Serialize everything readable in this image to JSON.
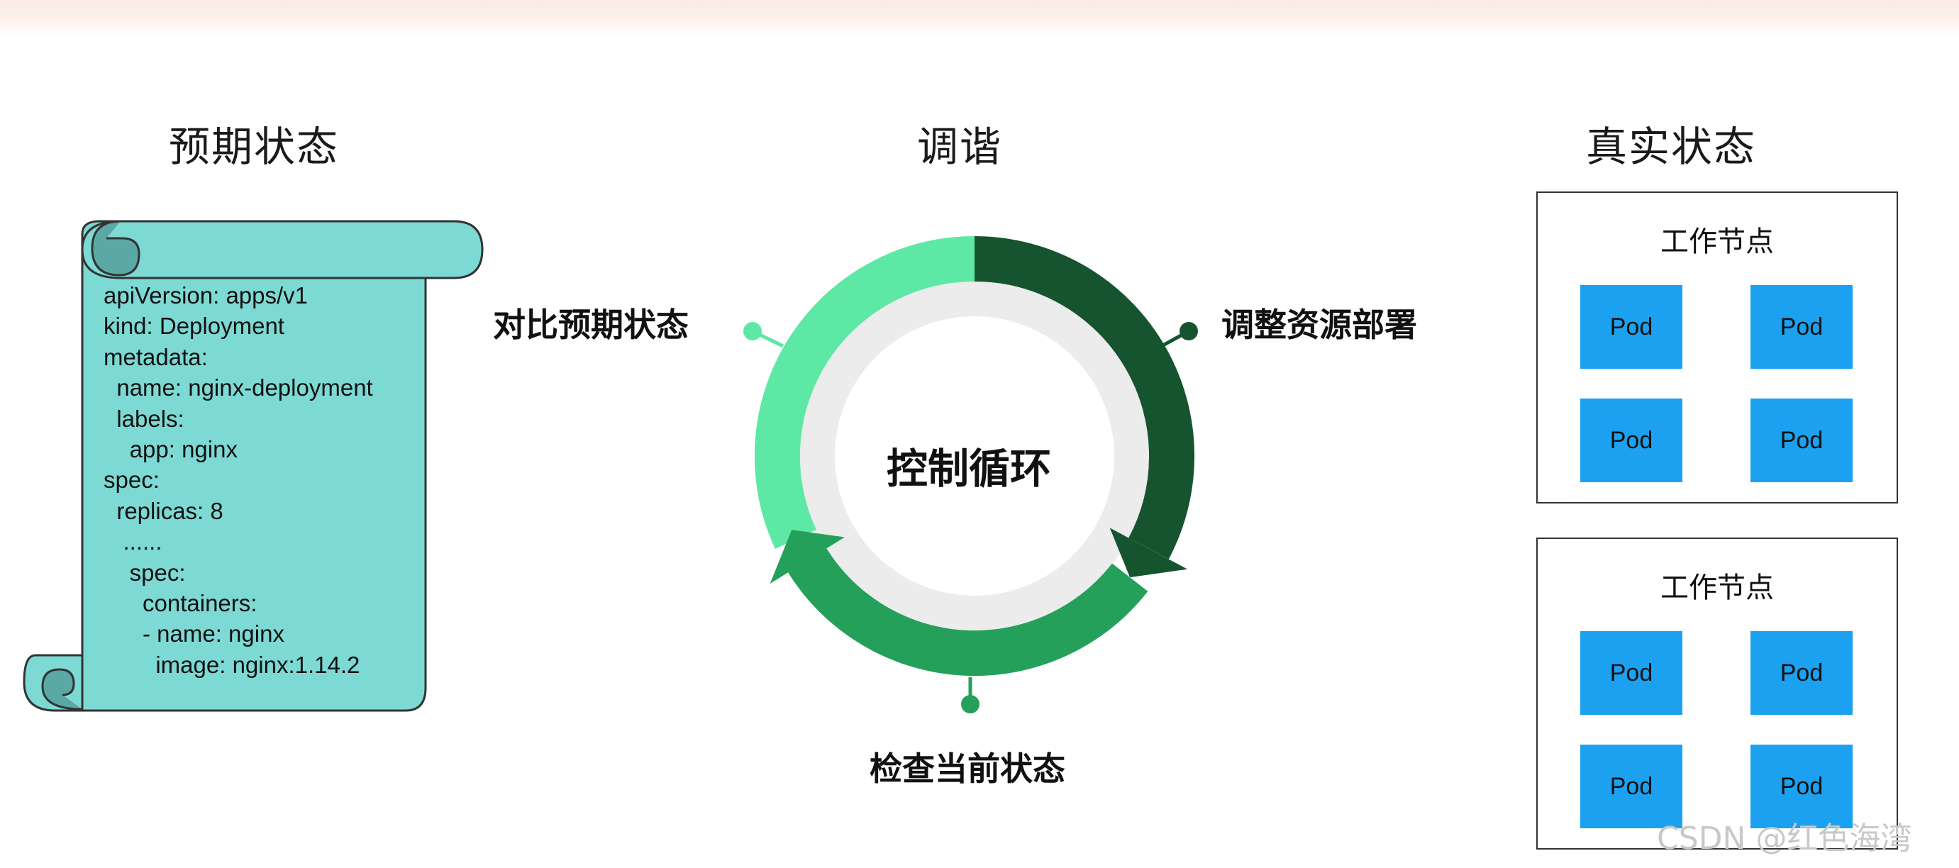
{
  "headings": {
    "desired_state": "预期状态",
    "reconcile": "调谐",
    "actual_state": "真实状态"
  },
  "yaml_lines": [
    "apiVersion: apps/v1",
    "kind: Deployment",
    "metadata:",
    "  name: nginx-deployment",
    "  labels:",
    "    app: nginx",
    "spec:",
    "  replicas: 8",
    "   ......",
    "    spec:",
    "      containers:",
    "      - name: nginx",
    "        image: nginx:1.14.2"
  ],
  "control_loop": {
    "center_label": "控制循环",
    "steps": {
      "compare": "对比预期状态",
      "adjust": "调整资源部署",
      "check": "检查当前状态"
    },
    "colors": {
      "compare": "#5ee8a6",
      "adjust": "#16542f",
      "check": "#24a05a",
      "inner_ring": "#ececec"
    }
  },
  "nodes": [
    {
      "title": "工作节点",
      "pods": [
        "Pod",
        "Pod",
        "Pod",
        "Pod"
      ]
    },
    {
      "title": "工作节点",
      "pods": [
        "Pod",
        "Pod",
        "Pod",
        "Pod"
      ]
    }
  ],
  "colors": {
    "scroll_fill": "#7dd9d4",
    "scroll_curl": "#5aa9a4",
    "pod_fill": "#1ba1f0"
  },
  "watermark": "CSDN @红色海湾"
}
